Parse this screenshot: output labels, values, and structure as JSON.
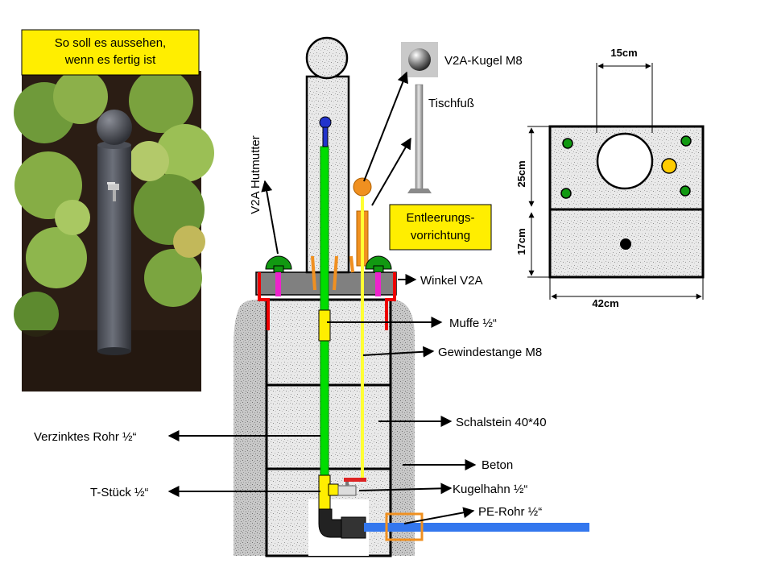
{
  "photo": {
    "caption_line1": "So soll es aussehen,",
    "caption_line2": "wenn es fertig ist"
  },
  "labels": {
    "kugel": "V2A-Kugel M8",
    "tischfuss": "Tischfuß",
    "entleerung_line1": "Entleerungs-",
    "entleerung_line2": "vorrichtung",
    "hutmutter": "V2A Hutmutter",
    "winkel": "Winkel  V2A",
    "muffe": "Muffe ½“",
    "gewindestange": "Gewindestange M8",
    "schalstein": "Schalstein 40*40",
    "verzinktes_rohr": "Verzinktes Rohr ½“",
    "beton": "Beton",
    "t_stueck": "T-Stück ½“",
    "kugelhahn": "Kugelhahn ½“",
    "pe_rohr": "PE-Rohr ½“"
  },
  "dimensions": {
    "width_top": "15cm",
    "height_upper": "25cm",
    "height_lower": "17cm",
    "width_bottom": "42cm"
  },
  "colors": {
    "pipe_green": "#00dd00",
    "rod_yellow": "#ffff33",
    "fitting_yellow": "#ffee00",
    "pe_blue": "#3377ee",
    "angle_red": "#ee0000",
    "hutmutter_green": "#119911",
    "kugel_orange": "#f09020",
    "magenta": "#ee22cc",
    "caption_bg": "#ffee00"
  }
}
